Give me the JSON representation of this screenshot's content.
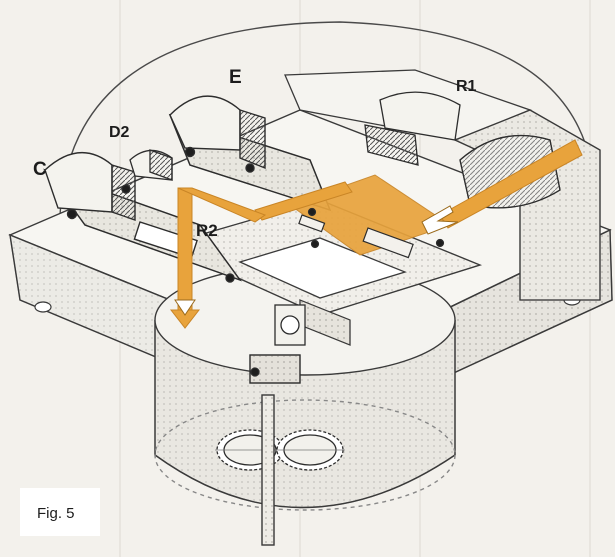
{
  "labels": {
    "e": "E",
    "r1": "R1",
    "d2": "D2",
    "c": "C",
    "r2": "R2"
  },
  "caption": "Fig. 5",
  "colors": {
    "flow": "#e8a33c",
    "flow_dark": "#c98526",
    "line": "#3a3a3a",
    "cutaway": "#d7d4cc",
    "paper": "#f3f1ec"
  }
}
